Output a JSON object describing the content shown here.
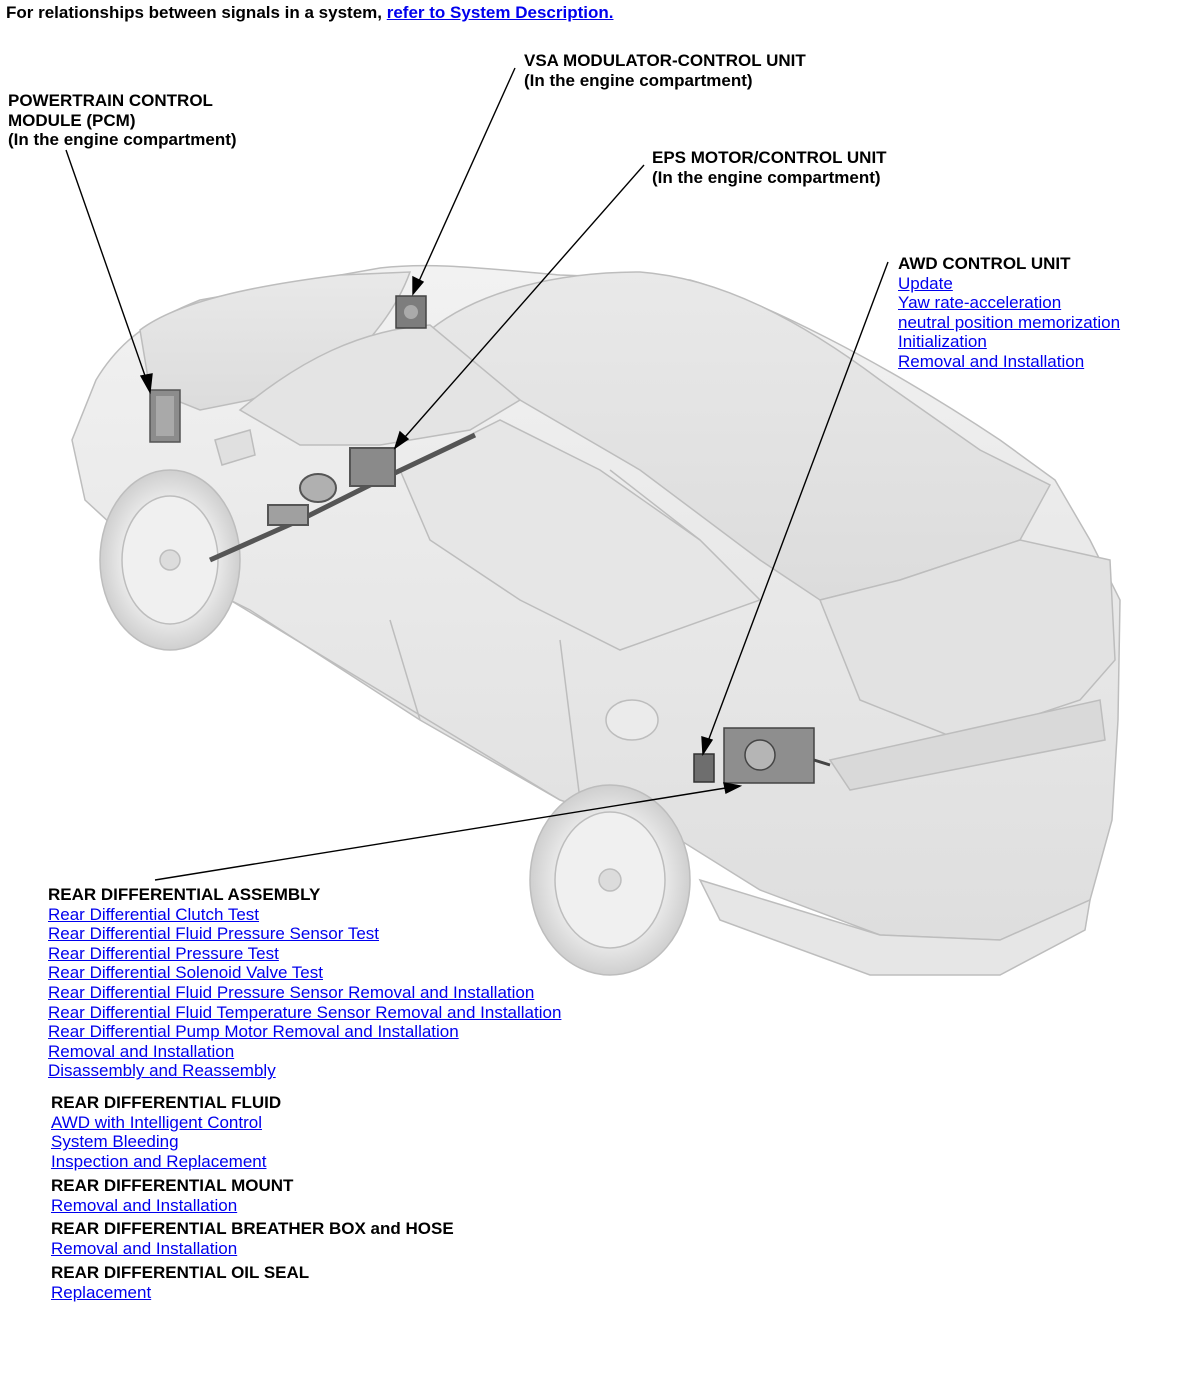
{
  "header": {
    "prefix": "For relationships between signals in a system, ",
    "link": "refer to System Description."
  },
  "pcm": {
    "line1": "POWERTRAIN CONTROL",
    "line2": "MODULE (PCM)",
    "line3": "(In the engine compartment)"
  },
  "vsa": {
    "line1": "VSA MODULATOR-CONTROL UNIT",
    "line2": "(In the engine compartment)"
  },
  "eps": {
    "line1": "EPS MOTOR/CONTROL UNIT",
    "line2": "(In the engine compartment)"
  },
  "awd": {
    "title": "AWD CONTROL UNIT",
    "links": [
      "Update",
      "Yaw rate-acceleration",
      "neutral position memorization",
      "Initialization",
      "Removal and Installation"
    ]
  },
  "rear_diff_assembly": {
    "title": "REAR DIFFERENTIAL ASSEMBLY",
    "links": [
      "Rear Differential Clutch Test",
      "Rear Differential Fluid Pressure Sensor Test",
      "Rear Differential Pressure Test",
      "Rear Differential Solenoid Valve Test",
      "Rear Differential Fluid Pressure Sensor Removal and Installation",
      "Rear Differential Fluid Temperature Sensor Removal and Installation",
      "Rear Differential Pump Motor Removal and Installation",
      "Removal and Installation",
      "Disassembly and Reassembly"
    ]
  },
  "rear_diff_fluid": {
    "title": "REAR DIFFERENTIAL FLUID",
    "links": [
      "AWD with Intelligent Control",
      "System Bleeding",
      "Inspection and Replacement"
    ]
  },
  "rear_diff_mount": {
    "title": "REAR DIFFERENTIAL MOUNT",
    "links": [
      "Removal and Installation"
    ]
  },
  "rear_diff_breather": {
    "title": "REAR DIFFERENTIAL BREATHER BOX and HOSE",
    "links": [
      "Removal and Installation"
    ]
  },
  "rear_diff_oil_seal": {
    "title": "REAR DIFFERENTIAL OIL SEAL",
    "links": [
      "Replacement"
    ]
  },
  "colors": {
    "link": "#0000ee",
    "text": "#000000",
    "car_body": "#ececec",
    "car_edge": "#b9b9b9"
  }
}
